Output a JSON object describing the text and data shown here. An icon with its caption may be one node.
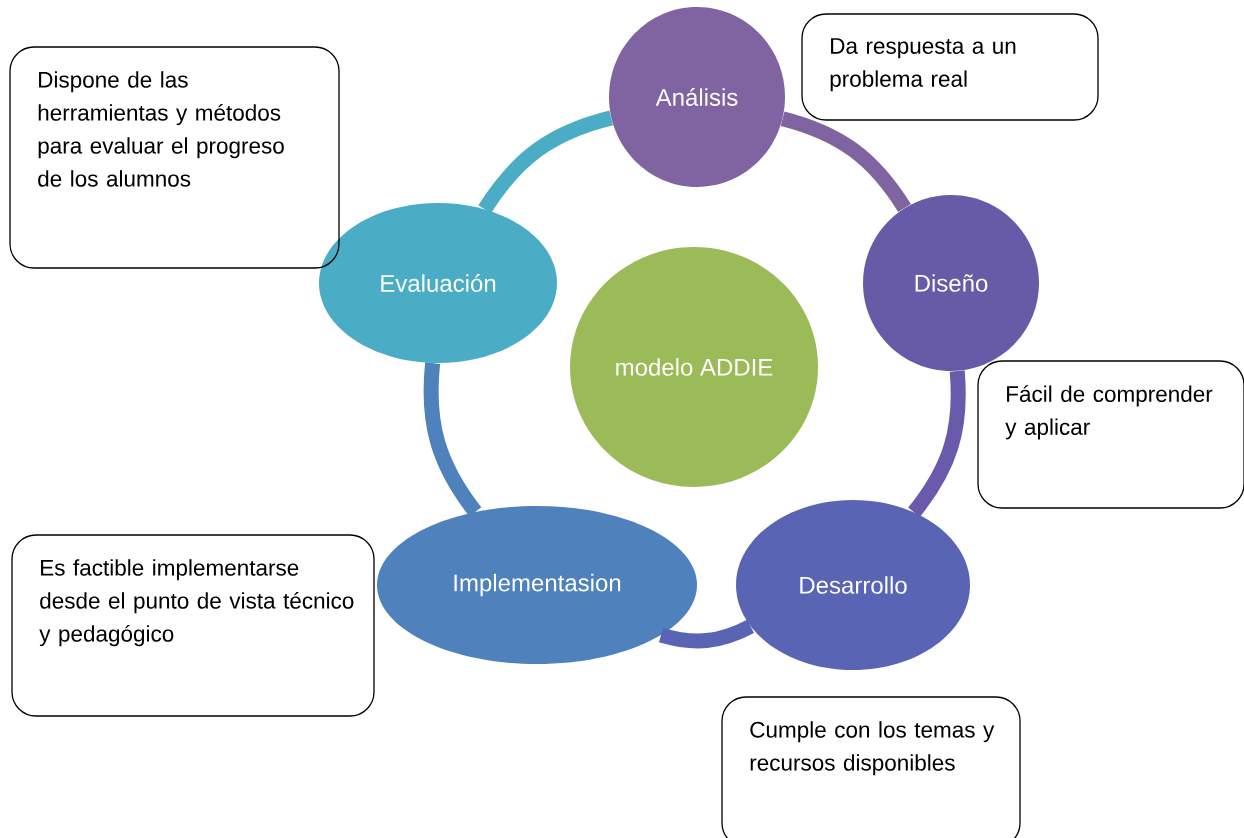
{
  "diagram": {
    "nodes": [
      {
        "text": [
          "Análisis"
        ]
      },
      {
        "text": [
          "Diseño"
        ]
      },
      {
        "text": [
          "Desarrollo"
        ]
      },
      {
        "text": [
          "Implementasion"
        ]
      },
      {
        "text": [
          "Evaluación"
        ]
      },
      {
        "text": [
          "modelo ADDIE"
        ]
      },
      {
        "text": [
          "Da respuesta a un problema real"
        ]
      },
      {
        "text": [
          "Fácil de comprender y aplicar"
        ]
      },
      {
        "text": [
          "Cumple con los temas y recursos disponibles"
        ]
      },
      {
        "text": [
          "Es factible implementarse desde el punto de vista técnico y pedagógico"
        ]
      },
      {
        "text": [
          "Dispone de las herramientas y métodos para evaluar el progreso de los alumnos"
        ]
      }
    ],
    "edges": [
      {
        "from": 0,
        "to": 1,
        "arrow": "none",
        "color": "#8064a2"
      },
      {
        "from": 1,
        "to": 2,
        "arrow": "none",
        "color": "#6a5aab"
      },
      {
        "from": 2,
        "to": 3,
        "arrow": "none",
        "color": "#5a64b4"
      },
      {
        "from": 3,
        "to": 4,
        "arrow": "none",
        "color": "#4f81bd"
      },
      {
        "from": 4,
        "to": 0,
        "arrow": "none",
        "color": "#4bacc6"
      }
    ]
  }
}
